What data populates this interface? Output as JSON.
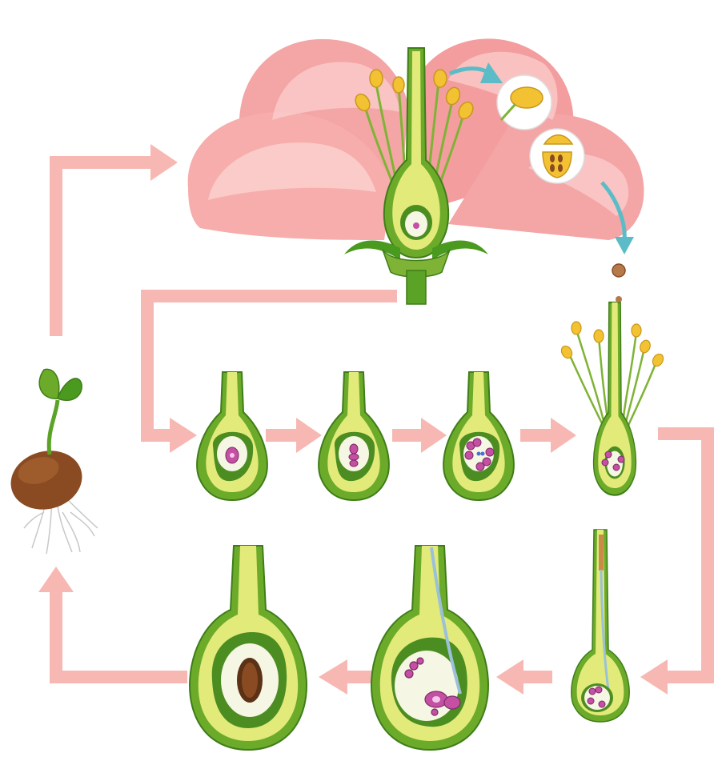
{
  "diagram": {
    "stages": [
      {
        "id": "flower"
      },
      {
        "id": "pollen-release"
      },
      {
        "id": "pollen-grain"
      },
      {
        "id": "ovule-1"
      },
      {
        "id": "ovule-2"
      },
      {
        "id": "ovule-3"
      },
      {
        "id": "pollination"
      },
      {
        "id": "pollen-tube"
      },
      {
        "id": "fertilization"
      },
      {
        "id": "seed-in-ovary"
      },
      {
        "id": "seedling"
      }
    ],
    "colors": {
      "petal": "#f4a5a5",
      "petal_light": "#fbd2d0",
      "arrow": "#f7b8b3",
      "stem": "#4a9a1f",
      "ovary_outer": "#6cab2a",
      "ovary_inner": "#dfe97e",
      "anther": "#f2c232",
      "cell": "#c44fa3",
      "seed": "#8a4b22",
      "blue_arrow": "#5bbcc8"
    }
  }
}
